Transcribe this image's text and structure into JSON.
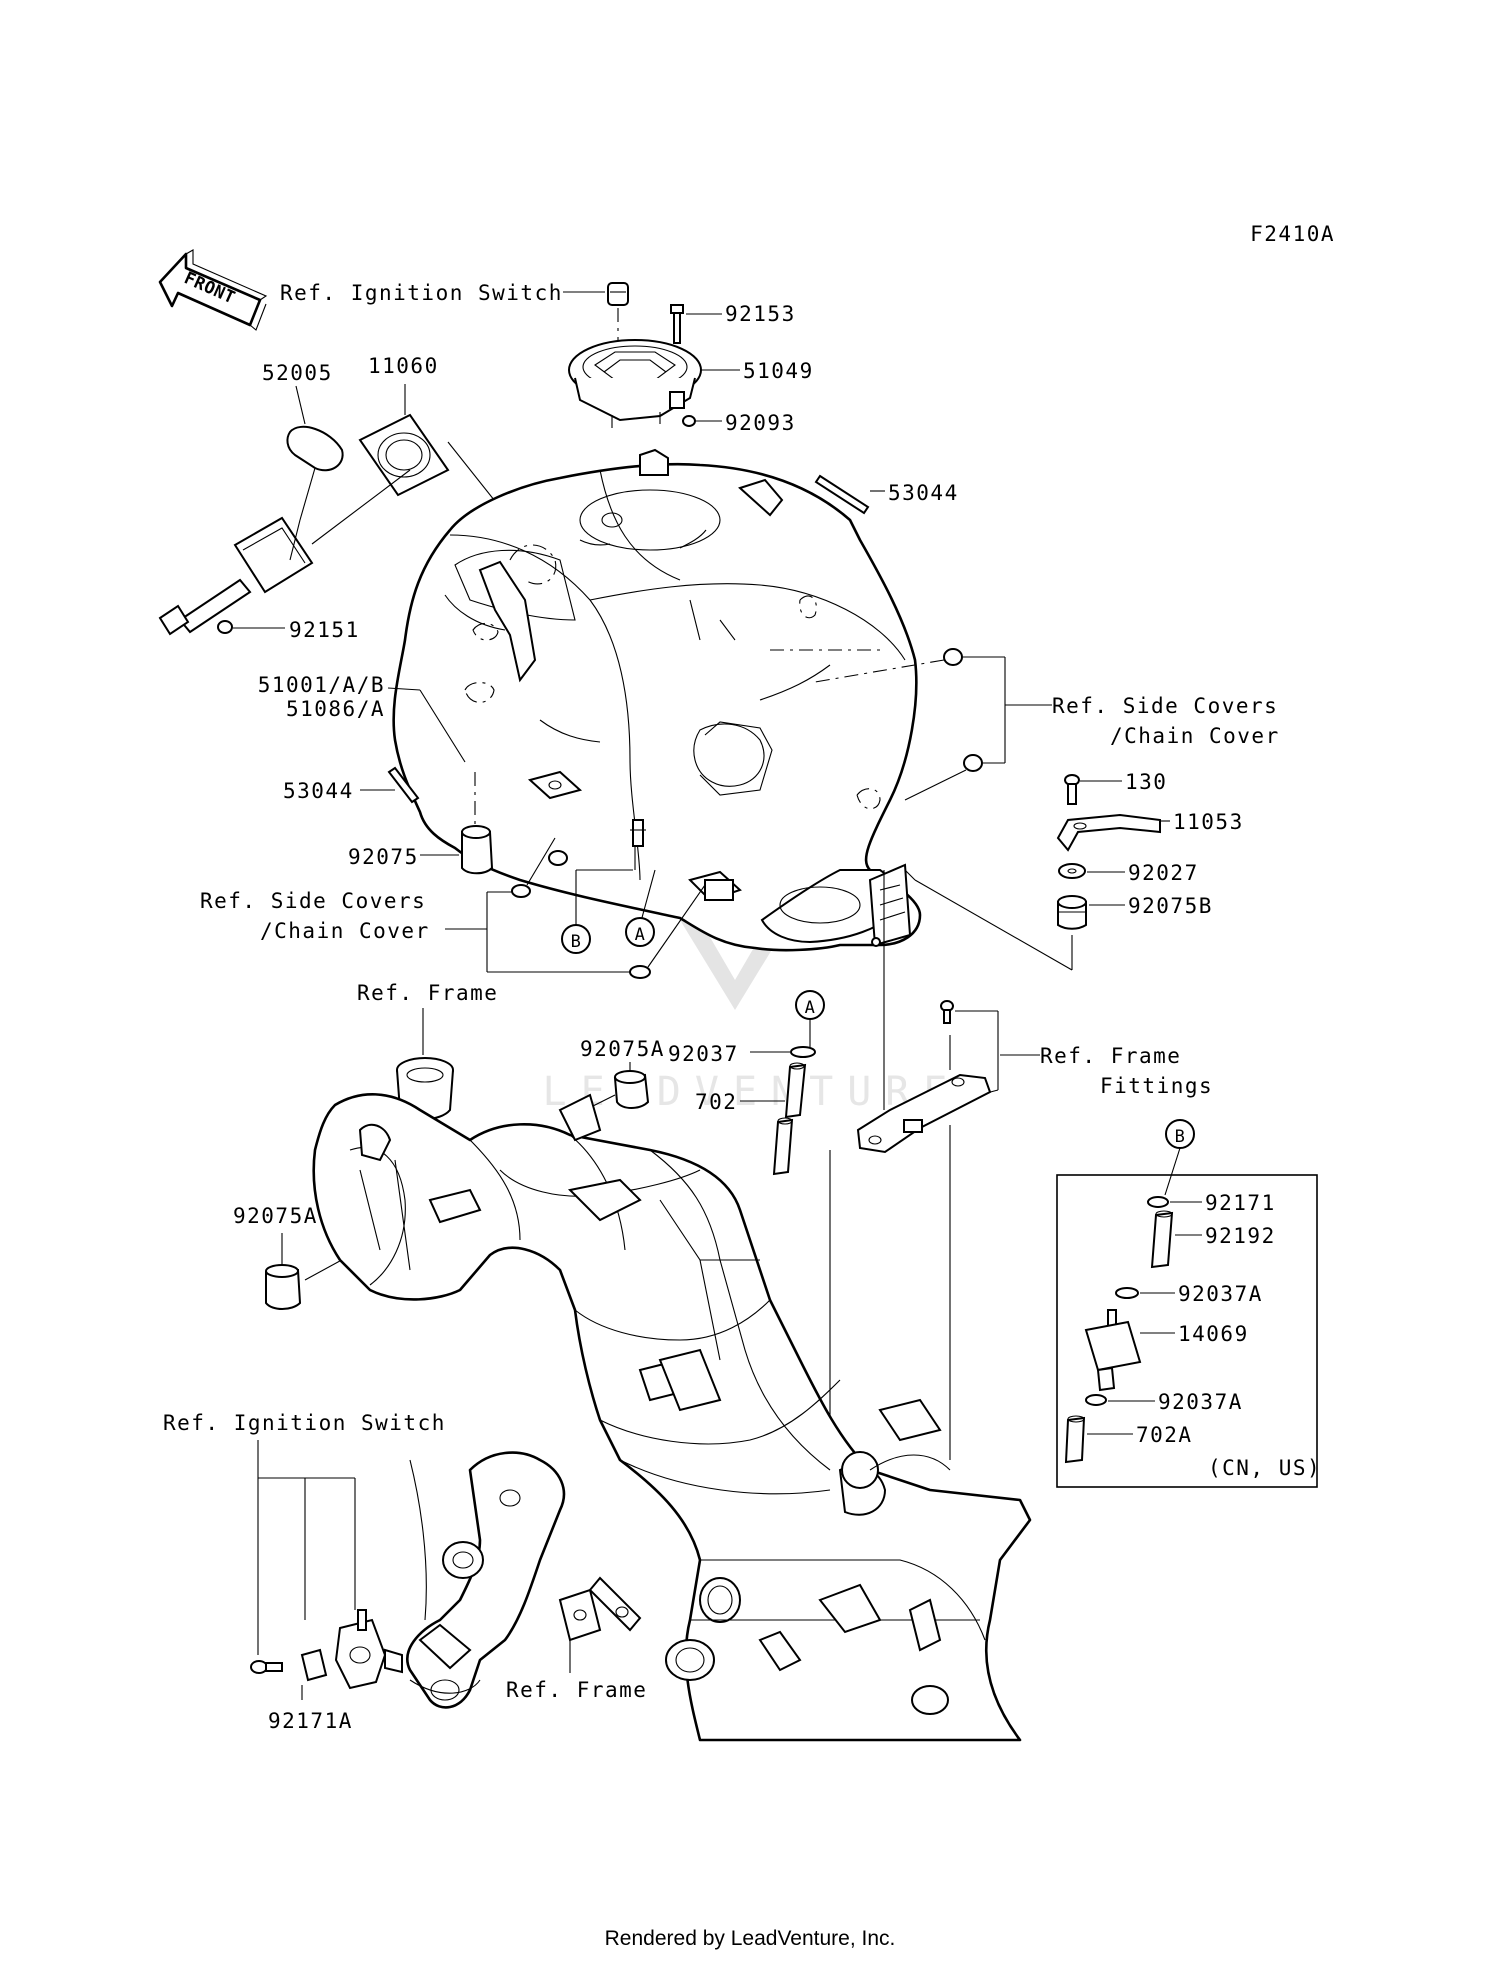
{
  "diagram_id": "F2410A",
  "front_label": "FRONT",
  "footer": "Rendered by LeadVenture, Inc.",
  "watermark": "LEADVENTURE",
  "callout_letters": {
    "a": "A",
    "b": "B"
  },
  "labels": {
    "ref_ignition_switch": "Ref. Ignition Switch",
    "ref_ignition_switch_2": "Ref. Ignition Switch",
    "ref_side_covers_right_1": "Ref. Side Covers",
    "ref_side_covers_right_2": "/Chain Cover",
    "ref_side_covers_left_1": "Ref. Side Covers",
    "ref_side_covers_left_2": "/Chain Cover",
    "ref_frame_top": "Ref. Frame",
    "ref_frame_bottom": "Ref. Frame",
    "ref_frame_fittings_1": "Ref. Frame",
    "ref_frame_fittings_2": "Fittings",
    "inset_note": "(CN, US)"
  },
  "parts": {
    "p92153": "92153",
    "p51049": "51049",
    "p92093": "92093",
    "p53044_top": "53044",
    "p52005": "52005",
    "p11060": "11060",
    "p92151": "92151",
    "p51001": "51001/A/B",
    "p51086": "51086/A",
    "p53044_left": "53044",
    "p92075": "92075",
    "p130": "130",
    "p11053": "11053",
    "p92027": "92027",
    "p92075B": "92075B",
    "p92075A_top": "92075A",
    "p92037": "92037",
    "p702": "702",
    "p92075A_left": "92075A",
    "p92171": "92171",
    "p92192": "92192",
    "p92037A_1": "92037A",
    "p14069": "14069",
    "p92037A_2": "92037A",
    "p702A": "702A",
    "p92171A": "92171A"
  }
}
